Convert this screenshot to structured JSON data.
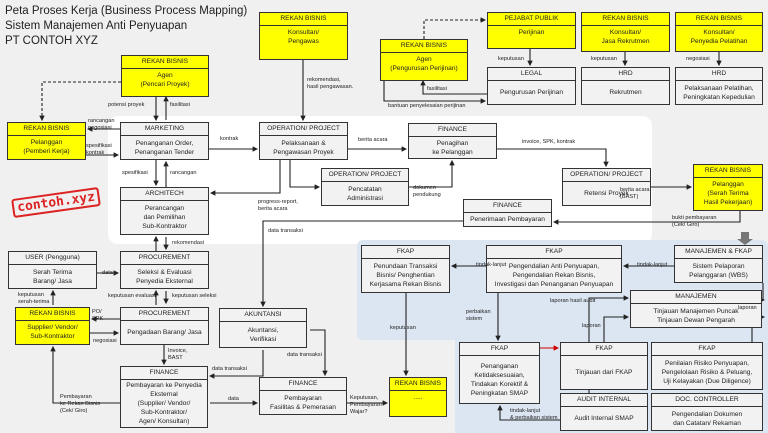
{
  "title": [
    "Peta Proses Kerja (Business Process Mapping)",
    "Sistem Manajemen Anti Penyuapan",
    "PT CONTOH XYZ"
  ],
  "watermark": "contoh.xyz",
  "colors": {
    "partner": "#ffff00",
    "box": "#f2f2f2",
    "main_region": "#ffffff",
    "fkap_region": "#dce6f2",
    "red_arrow": "#d00000"
  },
  "boxes": [
    {
      "id": "rb_agen",
      "h": "REKAN BISNIS",
      "b": "Agen\n(Pencari Proyek)",
      "partner": true
    },
    {
      "id": "rb_pengawas",
      "h": "REKAN BISNIS",
      "b": "Konsultan/\nPengawas",
      "partner": true
    },
    {
      "id": "rb_agen_ijin",
      "h": "REKAN BISNIS",
      "b": "Agen\n(Pengurusan Perijinan)",
      "partner": true
    },
    {
      "id": "pejabat",
      "h": "PEJABAT PUBLIK",
      "b": "Perijinan",
      "partner": true
    },
    {
      "id": "rb_rekrut",
      "h": "REKAN BISNIS",
      "b": "Konsultan/\nJasa Rekrutmen",
      "partner": true
    },
    {
      "id": "rb_latih",
      "h": "REKAN BISNIS",
      "b": "Konsultan/\nPenyedia Pelatihan",
      "partner": true
    },
    {
      "id": "legal",
      "h": "LEGAL",
      "b": "Pengurusan Perijinan"
    },
    {
      "id": "hrd1",
      "h": "HRD",
      "b": "Rekrutmen"
    },
    {
      "id": "hrd2",
      "h": "HRD",
      "b": "Pelaksanaan Pelatihan,\nPeningkatan Kepedulian"
    },
    {
      "id": "rb_pelanggan",
      "h": "REKAN BISNIS",
      "b": "Pelanggan\n(Pemberi Kerja)",
      "partner": true
    },
    {
      "id": "marketing",
      "h": "MARKETING",
      "b": "Penanganan Order,\nPenanganan Tender"
    },
    {
      "id": "op1",
      "h": "OPERATION/ PROJECT",
      "b": "Pelaksanaan &\nPengawasan Proyek"
    },
    {
      "id": "fin_tagih",
      "h": "FINANCE",
      "b": "Penagihan\nke Pelanggan"
    },
    {
      "id": "op2",
      "h": "OPERATION/ PROJECT",
      "b": "Pencatatan\nAdministrasi"
    },
    {
      "id": "op3",
      "h": "OPERATION/ PROJECT",
      "b": "Retensi Proyek"
    },
    {
      "id": "rb_pelanggan2",
      "h": "REKAN BISNIS",
      "b": "Pelanggan\n(Serah Terima\nHasil Pekerjaan)",
      "partner": true
    },
    {
      "id": "fin_terima",
      "h": "FINANCE",
      "b": "Penerimaan Pembayaran"
    },
    {
      "id": "architech",
      "h": "ARCHITECH",
      "b": "Perancangan\ndan Pemilihan\nSub-Kontraktor"
    },
    {
      "id": "user",
      "h": "USER (Pengguna)",
      "b": "Serah Terima\nBarang/ Jasa"
    },
    {
      "id": "proc1",
      "h": "PROCUREMENT",
      "b": "Seleksi & Evaluasi\nPenyedia Eksternal"
    },
    {
      "id": "rb_supplier",
      "h": "REKAN BISNIS",
      "b": "Supplier/ Vendor/\nSub-Kontraktor",
      "partner": true
    },
    {
      "id": "proc2",
      "h": "PROCUREMENT",
      "b": "Pengadaan Barang/ Jasa"
    },
    {
      "id": "akuntansi",
      "h": "AKUNTANSI",
      "b": "Akuntansi,\nVerifikasi"
    },
    {
      "id": "fin_bayar",
      "h": "FINANCE",
      "b": "Pembayaran ke Penyedia\nEksternal\n(Supplier/ Vendor/\nSub-Kontraktor/\nAgen/ Konsultan)"
    },
    {
      "id": "fin_fasilitas",
      "h": "FINANCE",
      "b": "Pembayaran\nFasilitas & Pemerasan"
    },
    {
      "id": "rb_dots",
      "h": "REKAN BISNIS",
      "b": ".....",
      "partner": true
    },
    {
      "id": "fkap_tunda",
      "h": "FKAP",
      "b": "Penundaan Transaksi\nBisnis/ Penghentian\nKerjasama Rekan Bisnis"
    },
    {
      "id": "fkap_main",
      "h": "FKAP",
      "b": "Pengendalian Anti Penyuapan,\nPengendalian Rekan Bisnis,\nInvestigasi dan Penanganan Penyuapan"
    },
    {
      "id": "wbs",
      "h": "MANAJEMEN & FKAP",
      "b": "Sistem Pelaporan\nPelanggaran (WBS)"
    },
    {
      "id": "manajemen",
      "h": "MANAJEMEN",
      "b": "Tinjauan Manajemen Puncak\nTinjauan Dewan Pengarah"
    },
    {
      "id": "fkap_ketidak",
      "h": "FKAP",
      "b": "Penanganan\nKetidaksesuaian,\nTindakan Korektif &\nPeningkatan SMAP"
    },
    {
      "id": "fkap_tinjau",
      "h": "FKAP",
      "b": "Tinjauan dari FKAP"
    },
    {
      "id": "fkap_risiko",
      "h": "FKAP",
      "b": "Penilaian Risiko Penyuapan,\nPengelolaan Risiko & Peluang,\nUji Kelayakan (Due Diligence)"
    },
    {
      "id": "audit",
      "h": "AUDIT INTERNAL",
      "b": "Audit Internal SMAP"
    },
    {
      "id": "doc",
      "h": "DOC. CONTROLLER",
      "b": "Pengendalian Dokumen\ndan Catatan/ Rekaman"
    }
  ],
  "labels": [
    "potensi proyek",
    "fasilitasi",
    "rancangan\nnegosiasi",
    "spesifikasi\nkontrak",
    "kontrak",
    "rekomendasi,\nhasil pengawasan.",
    "berita acara",
    "invoice, SPK, kontrak",
    "dokumen\npendukung",
    "progress-report,\nberita acara",
    "spesifikasi",
    "rancangan",
    "berita acara\n(BAST)",
    "bukti pembayaran\n(Cek/ Giro)",
    "keputusan",
    "keputusan",
    "negosiasi",
    "fasilitasi",
    "bantuan penyelesaian perijinan",
    "data transaksi",
    "rekomendasi",
    "data",
    "keputusan\nserah-terima",
    "keputusan evaluasi",
    "keputusan seleksi",
    "PO/\nSPK",
    "negosiasi",
    "Invoice,\nBAST",
    "data transaksi",
    "data transaksi",
    "Pembayaran\nke Rekan Bisnis\n(Cek/ Giro)",
    "data",
    "Keputusan,\nPembayaran\nWajar?",
    "tindak-lanjut",
    "tindak-lanjut",
    "keputusan",
    "perbaikan\nsistem",
    "laporan hasil audit",
    "laporan",
    "laporan",
    "tindak-lanjut\n& perbaikan sistem"
  ]
}
